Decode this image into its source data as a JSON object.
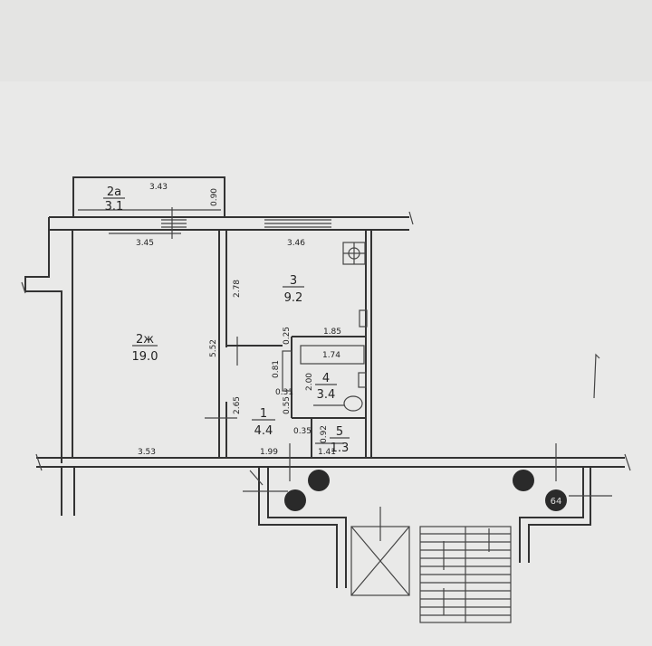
{
  "rooms": [
    {
      "number": "2а",
      "area": "3.1"
    },
    {
      "number": "2ж",
      "area": "19.0"
    },
    {
      "number": "3",
      "area": "9.2"
    },
    {
      "number": "4",
      "area": "3.4"
    },
    {
      "number": "1",
      "area": "4.4"
    },
    {
      "number": "5",
      "area": "1.3"
    }
  ],
  "dimensions": {
    "balcony_len": "3.43",
    "balcony_w": "0.90",
    "room2_top": "3.45",
    "room2_side": "5.52",
    "room2_bottom": "3.53",
    "kitchen_top": "3.46",
    "kitchen_side": "2.78",
    "kitchen_bottom": "1.85",
    "kitchen_gap": "0.25",
    "bath_len": "1.74",
    "bath_side": "2.00",
    "wc_door": "0.81",
    "bath_door_a": "0.31",
    "bath_door_b": "0.55",
    "hall_side": "2.65",
    "hall_gap": "0.35",
    "hall_bottom": "1.99",
    "wc_len": "1.41",
    "wc_side": "0.92"
  },
  "stair_markers": {
    "right": "64"
  },
  "colors": {
    "paper": "#e9e9e8",
    "ink": "#333333"
  }
}
